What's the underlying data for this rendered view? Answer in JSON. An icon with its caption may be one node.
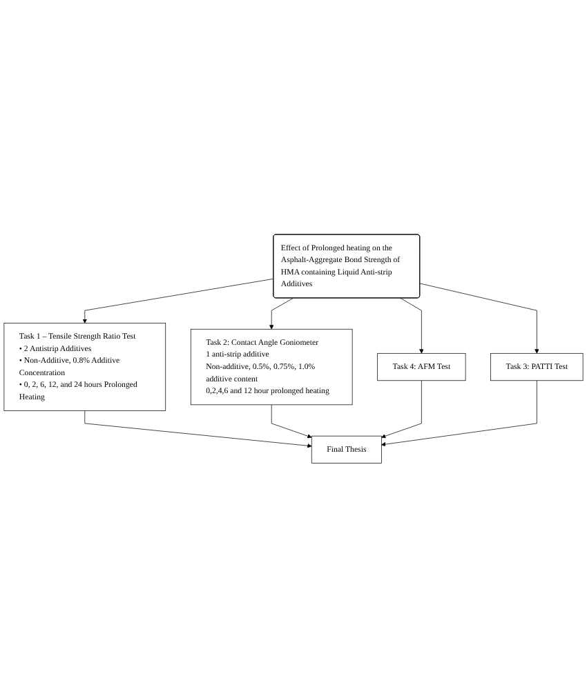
{
  "diagram": {
    "nodes": [
      {
        "text": [
          "Effect of Prolonged heating on the Asphalt-Aggregate Bond Strength of HMA containing Liquid Anti-strip Additives"
        ]
      },
      {
        "text": [
          "Task 1 – Tensile Strength Ratio Test",
          "• 2 Antistrip Additives",
          "• Non-Additive, 0.8% Additive Concentration",
          "• 0, 2, 6, 12, and 24 hours Prolonged Heating"
        ]
      },
      {
        "text": [
          "Task 3: PATTI Test"
        ]
      },
      {
        "text": [
          "Task 2: Contact Angle Goniometer",
          "1 anti-strip additive",
          "Non-additive, 0.5%, 0.75%, 1.0% additive content",
          "0,2,4,6 and 12 hour prolonged heating"
        ]
      },
      {
        "text": [
          "Task 4: AFM Test"
        ]
      },
      {
        "text": [
          "Final Thesis"
        ]
      }
    ],
    "edges": [
      {
        "from": 0,
        "to": 1,
        "arrow": "to"
      },
      {
        "from": 0,
        "to": 3,
        "arrow": "to"
      },
      {
        "from": 0,
        "to": 2,
        "arrow": "to"
      },
      {
        "from": 0,
        "to": 4,
        "arrow": "to"
      },
      {
        "from": 1,
        "to": 5,
        "arrow": "to"
      },
      {
        "from": 3,
        "to": 5,
        "arrow": "to"
      },
      {
        "from": 4,
        "to": 5,
        "arrow": "to"
      },
      {
        "from": 2,
        "to": 5,
        "arrow": "to"
      }
    ]
  }
}
